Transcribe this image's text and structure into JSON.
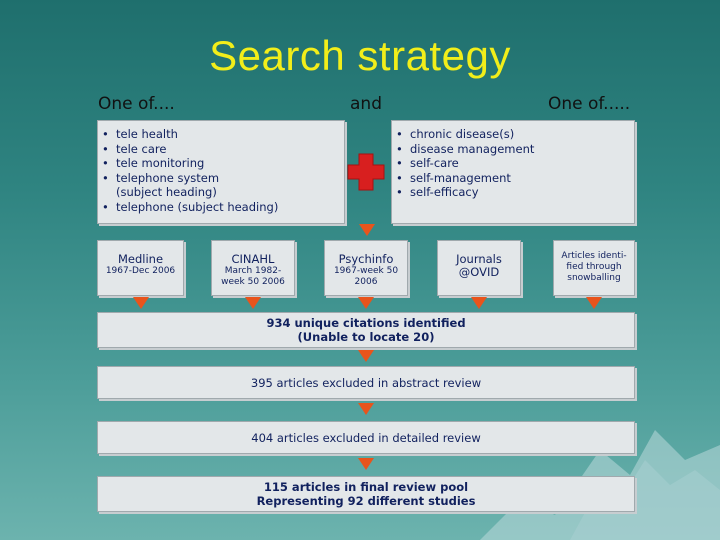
{
  "slide": {
    "title": "Search strategy",
    "col_left": "One of....",
    "col_mid": "and",
    "col_right": "One of....."
  },
  "left_terms": [
    {
      "bullet": "•",
      "text": "tele health"
    },
    {
      "bullet": "•",
      "text": "tele care"
    },
    {
      "bullet": "•",
      "text": "tele monitoring"
    },
    {
      "bullet": "•",
      "text": "telephone system"
    },
    {
      "bullet": "",
      "text": "(subject heading)"
    },
    {
      "bullet": "•",
      "text": "telephone (subject heading)"
    }
  ],
  "right_terms": [
    {
      "bullet": "•",
      "text": "chronic disease(s)"
    },
    {
      "bullet": "•",
      "text": "disease management"
    },
    {
      "bullet": "•",
      "text": "self-care"
    },
    {
      "bullet": "•",
      "text": "self-management"
    },
    {
      "bullet": "•",
      "text": "self-efficacy"
    }
  ],
  "sources": [
    {
      "name": "Medline",
      "dates": "1967-Dec 2006"
    },
    {
      "name": "CINAHL",
      "dates": "March 1982-\nweek 50 2006"
    },
    {
      "name": "Psychinfo",
      "dates": "1967-week 50\n2006"
    },
    {
      "name": "Journals\n@OVID",
      "dates": ""
    },
    {
      "name": "",
      "dates": "Articles identi-\nfied through\nsnowballing"
    }
  ],
  "steps": {
    "citations_line1": "934 unique citations identified",
    "citations_line2": "(Unable to locate 20)",
    "abstract_excluded": "395 articles excluded in abstract review",
    "detailed_excluded": "404 articles excluded in detailed review",
    "final_line1": "115 articles in final review pool",
    "final_line2": "Representing 92 different studies"
  },
  "colors": {
    "accent": "#e8541c",
    "title": "#f2ee1a",
    "box_text": "#11215e",
    "plus": "#d81f1f"
  }
}
